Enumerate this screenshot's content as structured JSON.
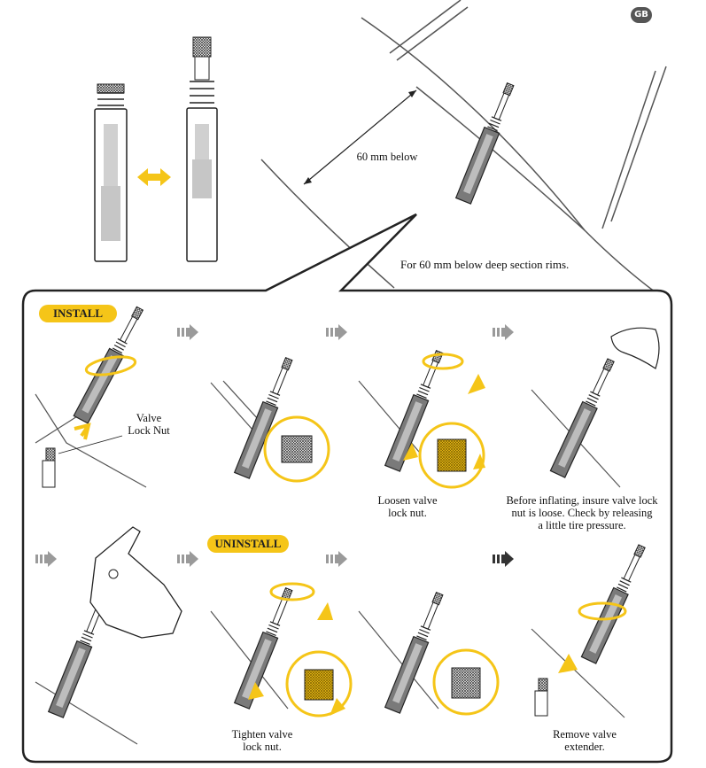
{
  "region_badge": "GB",
  "top": {
    "measure_label": "60 mm below",
    "rim_caption": "For 60 mm below deep section rims."
  },
  "install": {
    "badge": "INSTALL",
    "valve_label_line1": "Valve",
    "valve_label_line2": "Lock Nut",
    "loosen_line1": "Loosen valve",
    "loosen_line2": "lock nut.",
    "before_line1": "Before inflating, insure valve lock",
    "before_line2": "nut is loose. Check by releasing",
    "before_line3": "a little tire pressure."
  },
  "uninstall": {
    "badge": "UNINSTALL",
    "tighten_line1": "Tighten valve",
    "tighten_line2": "lock nut.",
    "remove_line1": "Remove valve",
    "remove_line2": "extender."
  },
  "colors": {
    "accent_yellow": "#f5c518",
    "arrow_gray": "#9a9a9a",
    "line": "#222222"
  }
}
